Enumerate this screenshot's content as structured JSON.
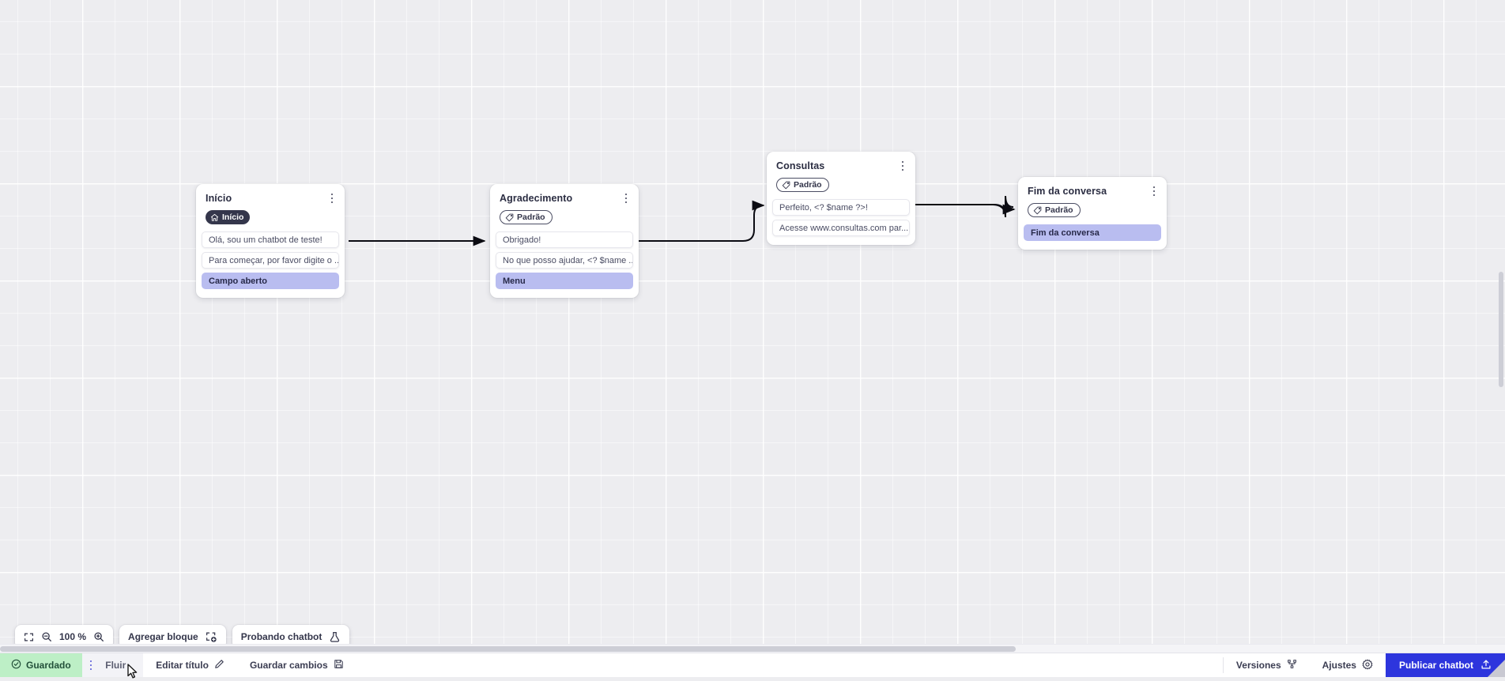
{
  "canvas": {
    "zoom_level": "100 %",
    "nodes": [
      {
        "id": "inicio",
        "title": "Início",
        "badge": {
          "label": "Início",
          "icon": "home-icon",
          "style": "dark"
        },
        "rows": [
          {
            "text": "Olá, sou um chatbot de teste!",
            "style": "msg"
          },
          {
            "text": "Para começar, por favor digite o ...",
            "style": "msg"
          },
          {
            "text": "Campo aberto",
            "style": "accent"
          }
        ]
      },
      {
        "id": "agradecimento",
        "title": "Agradecimento",
        "badge": {
          "label": "Padrão",
          "icon": "tag-icon",
          "style": "outline"
        },
        "rows": [
          {
            "text": "Obrigado!",
            "style": "msg"
          },
          {
            "text": "No que posso ajudar, <? $name ...",
            "style": "msg"
          },
          {
            "text": "Menu",
            "style": "accent"
          }
        ]
      },
      {
        "id": "consultas",
        "title": "Consultas",
        "badge": {
          "label": "Padrão",
          "icon": "tag-icon",
          "style": "outline"
        },
        "rows": [
          {
            "text": "Perfeito, <? $name ?>!",
            "style": "msg"
          },
          {
            "text": "Acesse www.consultas.com par...",
            "style": "msg"
          }
        ]
      },
      {
        "id": "fim",
        "title": "Fim da conversa",
        "badge": {
          "label": "Padrão",
          "icon": "tag-icon",
          "style": "outline"
        },
        "rows": [
          {
            "text": "Fim da conversa",
            "style": "accent"
          }
        ]
      }
    ]
  },
  "toolbar": {
    "fit_icon": "fit-screen-icon",
    "zoom_out_icon": "zoom-out-icon",
    "zoom_in_icon": "zoom-in-icon",
    "zoom_level": "100 %",
    "add_block_label": "Agregar bloque",
    "add_block_icon": "add-block-icon",
    "test_chatbot_label": "Probando chatbot",
    "test_chatbot_icon": "flask-icon"
  },
  "statusbar": {
    "saved_label": "Guardado",
    "saved_icon": "check-circle-icon",
    "flow_tab_label": "Fluir",
    "flow_kebab_icon": "kebab-menu-icon",
    "edit_title_label": "Editar título",
    "edit_title_icon": "pencil-icon",
    "save_changes_label": "Guardar cambios",
    "save_changes_icon": "floppy-disk-icon",
    "versions_label": "Versiones",
    "versions_icon": "branch-icon",
    "settings_label": "Ajustes",
    "settings_icon": "gear-icon",
    "publish_label": "Publicar chatbot",
    "publish_icon": "upload-icon"
  },
  "colors": {
    "accent_row": "#b9bdf0",
    "publish_blue": "#2d35dd",
    "saved_green": "#bdefc6",
    "badge_dark": "#34364b",
    "canvas_bg": "#ededf0"
  }
}
